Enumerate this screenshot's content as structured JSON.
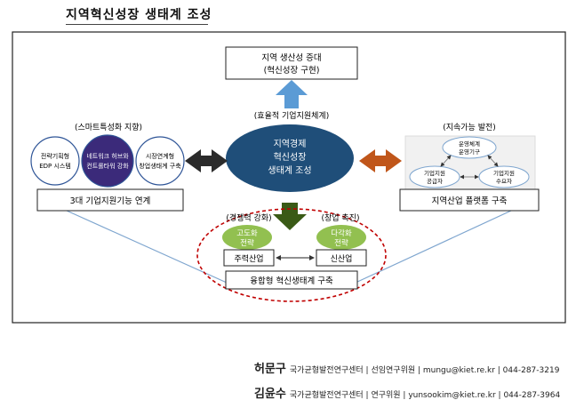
{
  "title": "지역혁신성장 생태계 조성",
  "top_box": {
    "line1": "지역 생산성 증대",
    "line2": "(혁신성장 구현)"
  },
  "center": {
    "caption": "(효율적 기업지원체계)",
    "line1": "지역경제",
    "line2": "혁신성장",
    "line3": "생태계 조성"
  },
  "left": {
    "caption": "(스마트특성화 지향)",
    "c1": {
      "line1": "전략기획형",
      "line2": "EDP 시스템"
    },
    "c2": {
      "line1": "네트워크 허브와",
      "line2": "컨트롤타워 강화"
    },
    "c3": {
      "line1": "시장연계형",
      "line2": "창업생태계 구축"
    },
    "box": "3대 기업지원기능 연계"
  },
  "right": {
    "caption": "(지속가능 발전)",
    "top": {
      "line1": "운영체계",
      "line2": "운영기구"
    },
    "bl": {
      "line1": "기업지원",
      "line2": "공급자"
    },
    "br": {
      "line1": "기업지원",
      "line2": "수요자"
    },
    "box": "지역산업 플랫폼 구축"
  },
  "bottom": {
    "label_left": "(경쟁력 강화)",
    "label_right": "(창업 촉진)",
    "oval_left": {
      "line1": "고도화",
      "line2": "전략"
    },
    "oval_right": {
      "line1": "다각화",
      "line2": "전략"
    },
    "box_left": "주력산업",
    "box_right": "신산업",
    "fusion": "융합형 혁신생태계 구축"
  },
  "colors": {
    "center": "#1f4e79",
    "green": "#92c050",
    "blue_arrow": "#5b9bd5",
    "orange_arrow": "#c0561a",
    "red": "#c00000"
  },
  "footer": [
    {
      "name": "허문구",
      "info": "국가균형발전연구센터 | 선임연구위원 | mungu@kiet.re.kr | 044-287-3219"
    },
    {
      "name": "김윤수",
      "info": "국가균형발전연구센터 | 연구위원 | yunsookim@kiet.re.kr | 044-287-3964"
    }
  ]
}
